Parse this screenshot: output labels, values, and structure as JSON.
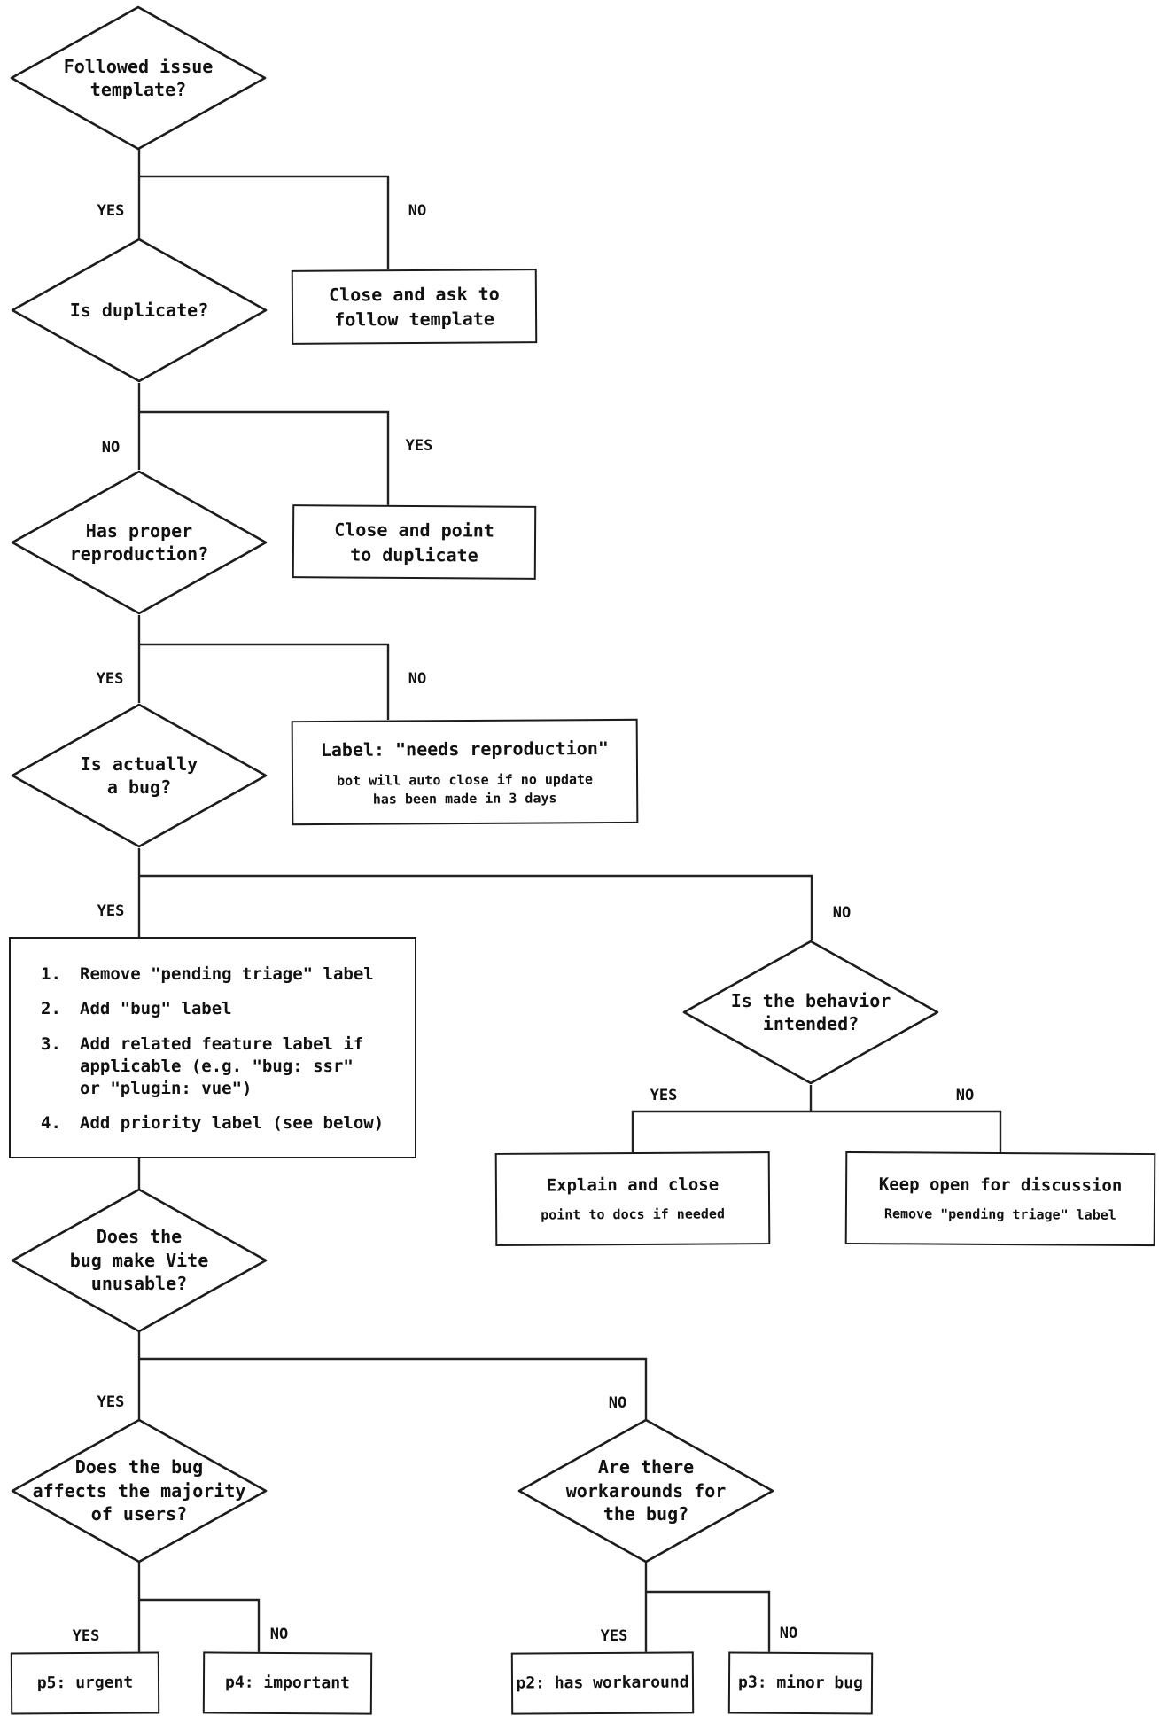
{
  "edge_labels": {
    "yes": "YES",
    "no": "NO"
  },
  "nodes": {
    "d1": {
      "label": "Followed issue\ntemplate?"
    },
    "d2": {
      "label": "Is duplicate?"
    },
    "d3": {
      "label": "Has proper\nreproduction?"
    },
    "d4": {
      "label": "Is actually\na bug?"
    },
    "d5": {
      "label": "Is the behavior\nintended?"
    },
    "d6": {
      "label": "Does the\nbug make Vite\nunusable?"
    },
    "d7a": {
      "label": "Does the bug\naffects the majority\nof users?"
    },
    "d7b": {
      "label": "Are there\nworkarounds for\nthe bug?"
    }
  },
  "boxes": {
    "close_template": {
      "label": "Close and ask to\nfollow template"
    },
    "close_duplicate": {
      "label": "Close and point\nto duplicate"
    },
    "needs_reproduction": {
      "label": "Label: \"needs reproduction\"",
      "note": "bot will auto close if no update\nhas been made in 3 days"
    },
    "triage_steps": {
      "items": [
        {
          "num": "1.",
          "text": "Remove \"pending triage\" label"
        },
        {
          "num": "2.",
          "text": "Add \"bug\" label"
        },
        {
          "num": "3.",
          "text": "Add related feature label if\napplicable (e.g. \"bug: ssr\"\nor \"plugin: vue\")"
        },
        {
          "num": "4.",
          "text": "Add priority label (see below)"
        }
      ]
    },
    "explain_close": {
      "label": "Explain and close",
      "note": "point to docs if needed"
    },
    "keep_open": {
      "label": "Keep open for discussion",
      "note": "Remove \"pending triage\" label"
    },
    "p5": {
      "label": "p5: urgent"
    },
    "p4": {
      "label": "p4: important"
    },
    "p2": {
      "label": "p2: has workaround"
    },
    "p3": {
      "label": "p3: minor bug"
    }
  }
}
